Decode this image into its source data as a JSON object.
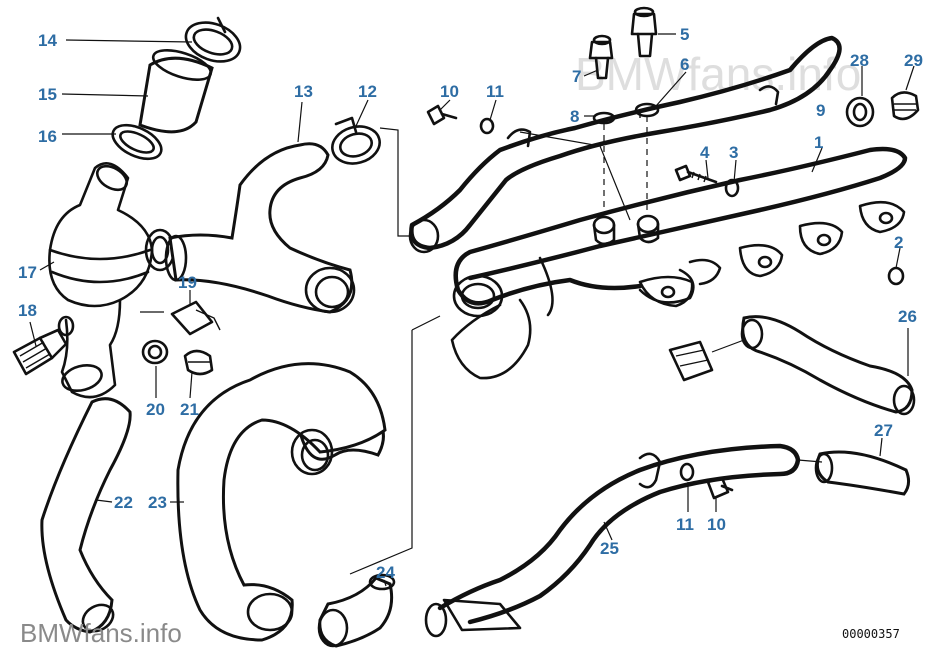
{
  "watermark_top": "BMWfans.info",
  "watermark_bottom": "BMWfans.info",
  "diagram_code": "00000357",
  "callouts": [
    {
      "id": "c1",
      "label": "1"
    },
    {
      "id": "c2",
      "label": "2"
    },
    {
      "id": "c3",
      "label": "3"
    },
    {
      "id": "c4",
      "label": "4"
    },
    {
      "id": "c5",
      "label": "5"
    },
    {
      "id": "c6",
      "label": "6"
    },
    {
      "id": "c7",
      "label": "7"
    },
    {
      "id": "c8",
      "label": "8"
    },
    {
      "id": "c9",
      "label": "9"
    },
    {
      "id": "c10a",
      "label": "10"
    },
    {
      "id": "c10b",
      "label": "10"
    },
    {
      "id": "c11a",
      "label": "11"
    },
    {
      "id": "c11b",
      "label": "11"
    },
    {
      "id": "c12",
      "label": "12"
    },
    {
      "id": "c13",
      "label": "13"
    },
    {
      "id": "c14",
      "label": "14"
    },
    {
      "id": "c15",
      "label": "15"
    },
    {
      "id": "c16",
      "label": "16"
    },
    {
      "id": "c17",
      "label": "17"
    },
    {
      "id": "c18",
      "label": "18"
    },
    {
      "id": "c19",
      "label": "19"
    },
    {
      "id": "c20",
      "label": "20"
    },
    {
      "id": "c21",
      "label": "21"
    },
    {
      "id": "c22",
      "label": "22"
    },
    {
      "id": "c23",
      "label": "23"
    },
    {
      "id": "c24",
      "label": "24"
    },
    {
      "id": "c25",
      "label": "25"
    },
    {
      "id": "c26",
      "label": "26"
    },
    {
      "id": "c27",
      "label": "27"
    },
    {
      "id": "c28",
      "label": "28"
    },
    {
      "id": "c29",
      "label": "29"
    }
  ]
}
